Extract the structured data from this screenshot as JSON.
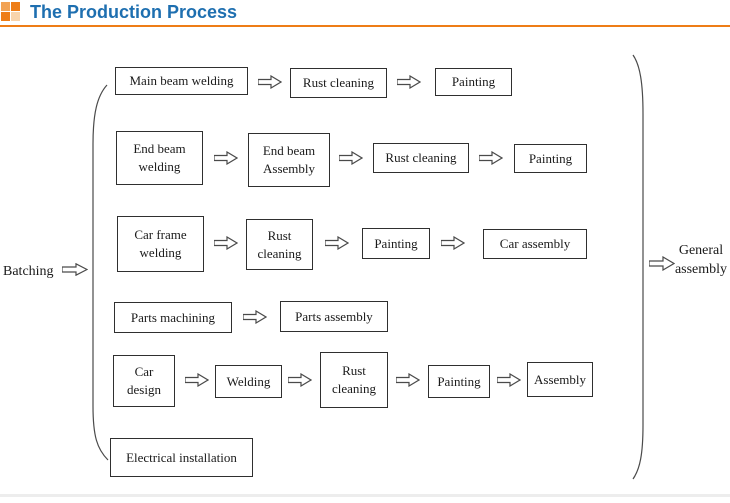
{
  "header": {
    "title": "The Production Process",
    "title_color": "#1e6fb0",
    "accent_color": "#ee7d17"
  },
  "flow": {
    "batching": "Batching",
    "general_line1": "General",
    "general_line2": "assembly",
    "rows": [
      {
        "nodes": [
          "Main beam welding",
          "Rust cleaning",
          "Painting"
        ]
      },
      {
        "nodes": [
          "End beam welding",
          "End beam Assembly",
          "Rust cleaning",
          "Painting"
        ]
      },
      {
        "nodes": [
          "Car frame welding",
          "Rust cleaning",
          "Painting",
          "Car assembly"
        ]
      },
      {
        "nodes": [
          "Parts machining",
          "Parts assembly"
        ]
      },
      {
        "nodes": [
          "Car design",
          "Welding",
          "Rust cleaning",
          "Painting",
          "Assembly"
        ]
      },
      {
        "nodes": [
          "Electrical installation"
        ]
      }
    ]
  }
}
